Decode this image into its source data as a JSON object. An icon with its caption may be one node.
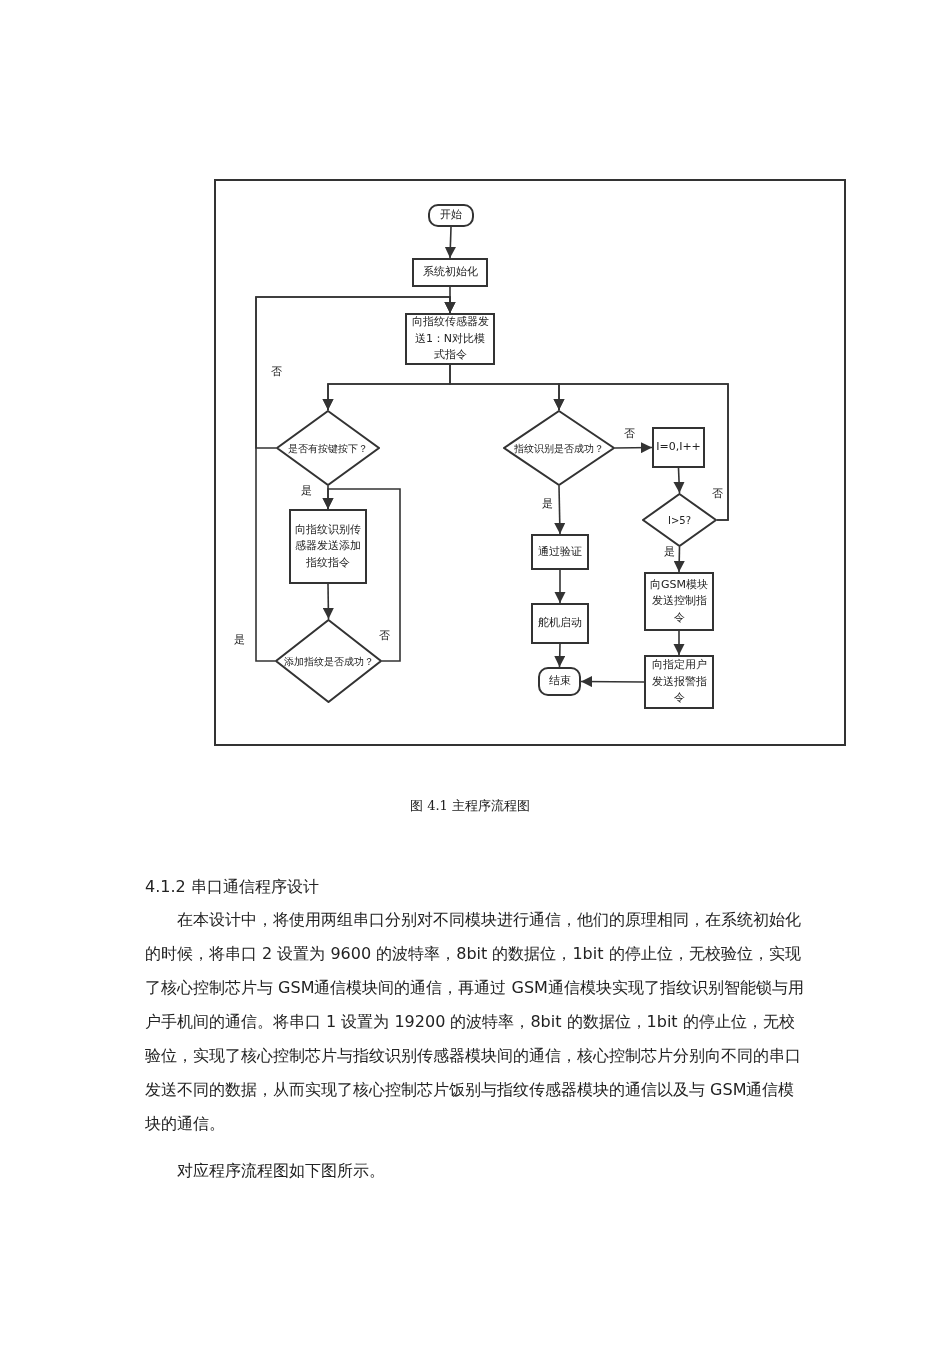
{
  "diagram": {
    "caption": "图 4.1 主程序流程图",
    "nodes": [
      {
        "text": [
          "开始"
        ]
      },
      {
        "text": [
          "系统初始化"
        ]
      },
      {
        "text": [
          "向指纹传感器发送1：N对比模式指令"
        ]
      },
      {
        "text": [
          "是否有按键按下？"
        ]
      },
      {
        "text": [
          "向指纹识别传感器发送添加指纹指令"
        ]
      },
      {
        "text": [
          "添加指纹是否成功？"
        ]
      },
      {
        "text": [
          "指纹识别是否成功？"
        ]
      },
      {
        "text": [
          "I=0,I++"
        ]
      },
      {
        "text": [
          "I>5?"
        ]
      },
      {
        "text": [
          "通过验证"
        ]
      },
      {
        "text": [
          "舵机启动"
        ]
      },
      {
        "text": [
          "结束"
        ]
      },
      {
        "text": [
          "向GSM模块发送控制指令"
        ]
      },
      {
        "text": [
          "向指定用户发送报警指令"
        ]
      }
    ],
    "edges": [
      {
        "from": 0,
        "to": 1,
        "arrow": "to"
      },
      {
        "from": 1,
        "to": 2,
        "arrow": "to"
      },
      {
        "from": 2,
        "to": 3,
        "arrow": "to"
      },
      {
        "from": 2,
        "to": 6,
        "arrow": "to"
      },
      {
        "from": 3,
        "to": 4,
        "arrow": "to",
        "label": "是"
      },
      {
        "from": 3,
        "to": 2,
        "arrow": "to",
        "label": "否"
      },
      {
        "from": 4,
        "to": 5,
        "arrow": "to"
      },
      {
        "from": 5,
        "to": 4,
        "arrow": "to",
        "label": "否"
      },
      {
        "from": 5,
        "to": 2,
        "arrow": "to",
        "label": "是"
      },
      {
        "from": 6,
        "to": 7,
        "arrow": "to",
        "label": "否"
      },
      {
        "from": 6,
        "to": 9,
        "arrow": "to",
        "label": "是"
      },
      {
        "from": 7,
        "to": 8,
        "arrow": "to"
      },
      {
        "from": 8,
        "to": 3,
        "arrow": "to",
        "label": "否"
      },
      {
        "from": 8,
        "to": 6,
        "arrow": "to"
      },
      {
        "from": 8,
        "to": 12,
        "arrow": "to",
        "label": "是"
      },
      {
        "from": 9,
        "to": 10,
        "arrow": "to"
      },
      {
        "from": 10,
        "to": 11,
        "arrow": "to"
      },
      {
        "from": 12,
        "to": 13,
        "arrow": "to"
      },
      {
        "from": 13,
        "to": 11,
        "arrow": "to"
      }
    ],
    "labels": [
      "4.1.2 串口通信程序设计",
      "在本设计中，将使用两组串口分别对不同模块进行通信，他们的原理相同，在系统初始化的时候，将串口 2 设置为 9600 的波特率，8bit 的数据位，1bit 的停止位，无校验位，实现了核心控制芯片与 GSM通信模块间的通信，再通过 GSM通信模块实现了指纹识别智能锁与用户手机间的通信。将串口 1 设置为 19200 的波特率，8bit 的数据位，1bit 的停止位，无校验位，实现了核心控制芯片与指纹识别传感器模块间的通信，核心控制芯片分别向不同的串口发送不同的数据，从而实现了核心控制芯片饭别与指纹传感器模块的通信以及与 GSM通信模块的通信。",
      "对应程序流程图如下图所示。"
    ]
  }
}
